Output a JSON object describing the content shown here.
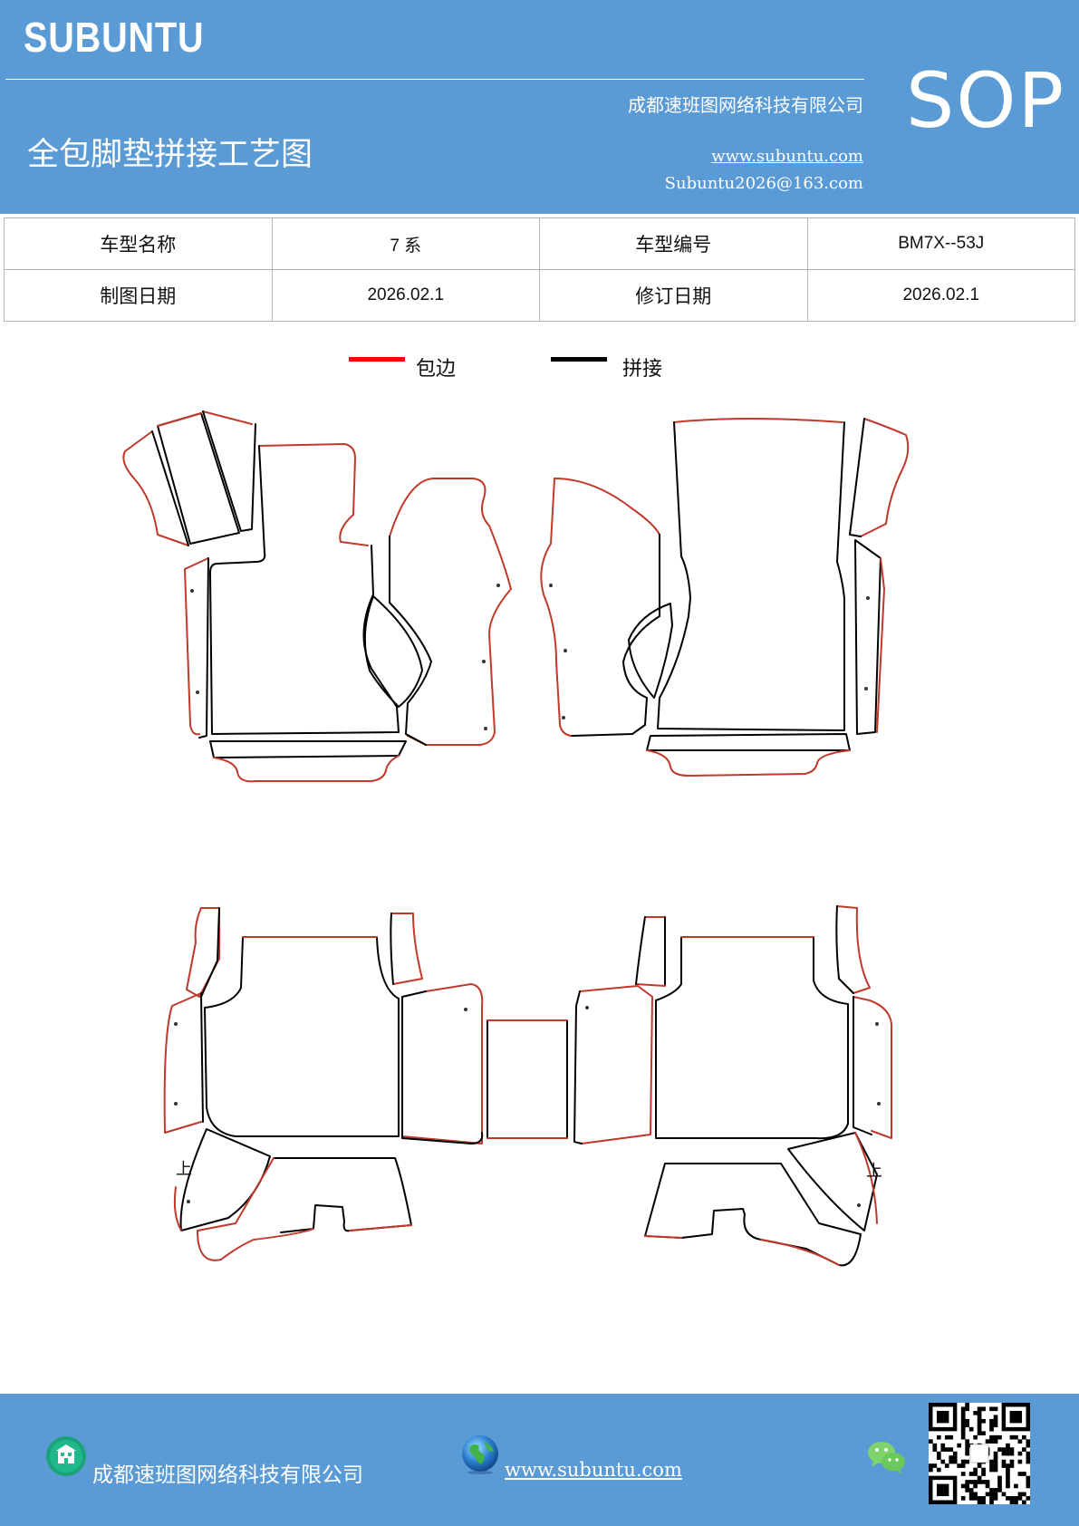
{
  "header": {
    "brand": "SUBUNTU",
    "company": "成都速班图网络科技有限公司",
    "title": "全包脚垫拼接工艺图",
    "website": "www.subuntu.com",
    "email": "Subuntu2026@163.com",
    "badge": "SOP"
  },
  "info_table": {
    "rows": [
      [
        "车型名称",
        "7 系",
        "车型编号",
        "BM7X--53J"
      ],
      [
        "制图日期",
        "2026.02.1",
        "修订日期",
        "2026.02.1"
      ]
    ]
  },
  "legend": {
    "items": [
      {
        "label": "包边",
        "color": "#ff0000"
      },
      {
        "label": "拼接",
        "color": "#000000"
      }
    ]
  },
  "drawing": {
    "mark_left": "上",
    "mark_right": "上",
    "edge_color": "#c0392b",
    "seam_color": "#000000"
  },
  "footer": {
    "company": "成都速班图网络科技有限公司",
    "website": "www.subuntu.com "
  },
  "icons": [
    "building-icon",
    "globe-icon",
    "wechat-icon",
    "qr-code"
  ]
}
